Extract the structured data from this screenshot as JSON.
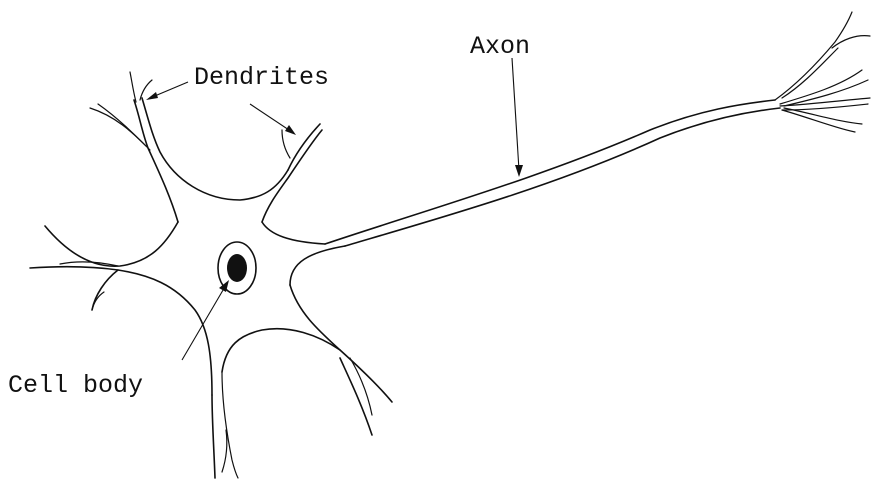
{
  "labels": {
    "dendrites": "Dendrites",
    "axon": "Axon",
    "cell_body": "Cell body"
  }
}
